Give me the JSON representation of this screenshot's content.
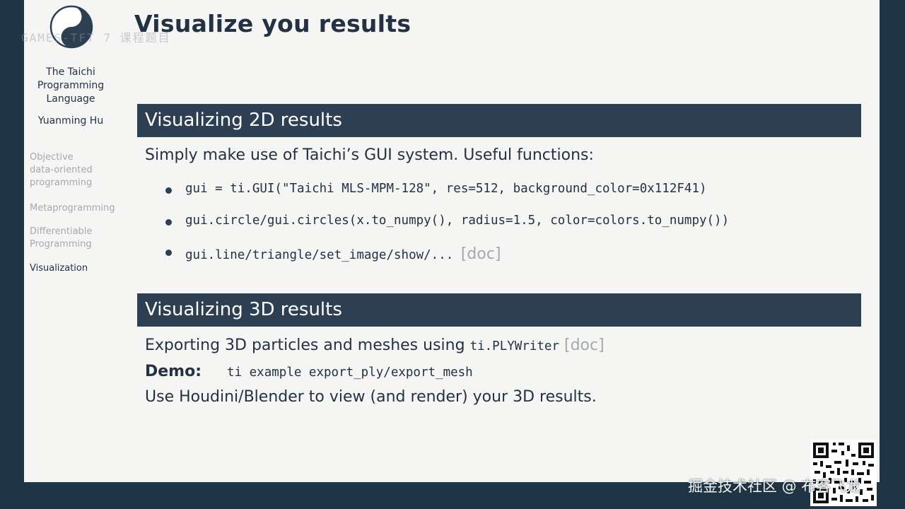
{
  "slide": {
    "title": "Visualize you results",
    "watermark_top": "GAMES-TFT 7 课程题目"
  },
  "sidebar": {
    "title": "The Taichi\nProgramming\nLanguage",
    "author": "Yuanming Hu",
    "nav_items": [
      {
        "label": "Objective\ndata-oriented\nprogramming",
        "active": false
      },
      {
        "label": "Metaprogramming",
        "active": false
      },
      {
        "label": "Differentiable\nProgramming",
        "active": false
      },
      {
        "label": "Visualization",
        "active": true
      }
    ]
  },
  "section_2d": {
    "header": "Visualizing 2D results",
    "intro": "Simply make use of Taichi’s GUI system. Useful functions:",
    "bullets": [
      "gui = ti.GUI(\"Taichi MLS-MPM-128\", res=512, background_color=0x112F41)",
      "gui.circle/gui.circles(x.to_numpy(), radius=1.5, color=colors.to_numpy())",
      "gui.line/triangle/set_image/show/..."
    ],
    "doc_link": "[doc]"
  },
  "section_3d": {
    "header": "Visualizing 3D results",
    "line1_text": "Exporting 3D particles and meshes using ",
    "line1_code": "ti.PLYWriter",
    "line1_doc": "[doc]",
    "demo_label": "Demo:",
    "demo_code": "ti example export_ply/export_mesh",
    "line3": "Use Houdini/Blender to view (and render) your 3D results."
  },
  "watermark_bottom": "掘金技术社区 @ 布客飞龙",
  "colors": {
    "header_bg": "#2d3f53",
    "text": "#233243",
    "muted": "#a4a9ad",
    "slide_bg": "#f5f5f3",
    "frame_bg": "#1f3444"
  },
  "icons": [
    "yin-yang-logo-icon",
    "bullet-icon",
    "qr-code-icon"
  ]
}
